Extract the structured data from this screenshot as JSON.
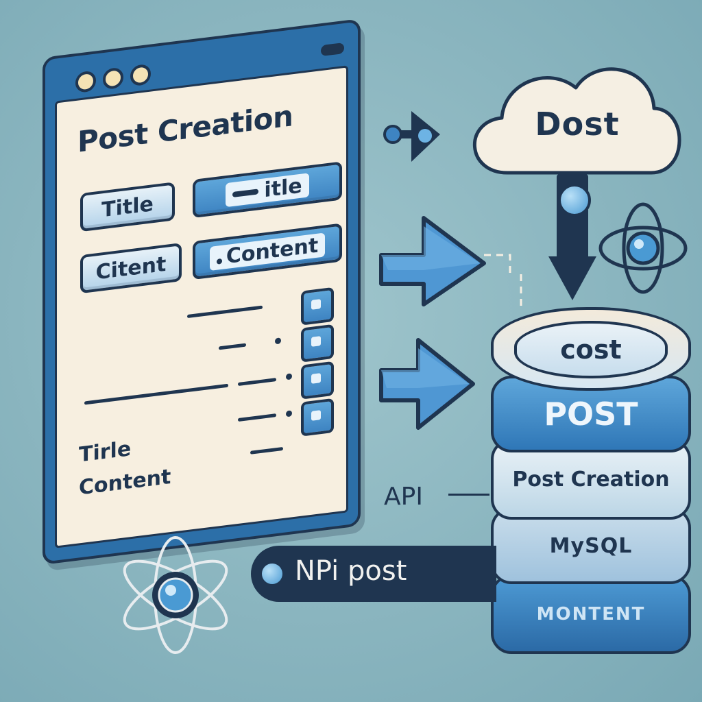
{
  "window": {
    "title": "Post Creation",
    "field_label_title": "Title",
    "field_label_content": "Citent",
    "input_title": "itle",
    "input_content": "Content",
    "list_label_1": "Tirle",
    "list_label_2": "Content"
  },
  "cloud": {
    "label": "Dost"
  },
  "database": {
    "top_label": "cost",
    "layer_1": "POST",
    "layer_2": "Post Creation",
    "layer_3": "MySQL",
    "layer_4": "MONTENT"
  },
  "api": {
    "label": "API",
    "bar_label": "NPi post"
  },
  "colors": {
    "background": "#8ab5bf",
    "navy": "#1f3550",
    "blue": "#3e84c2",
    "light_blue": "#b4d3ea",
    "paper": "#f7efe0"
  }
}
